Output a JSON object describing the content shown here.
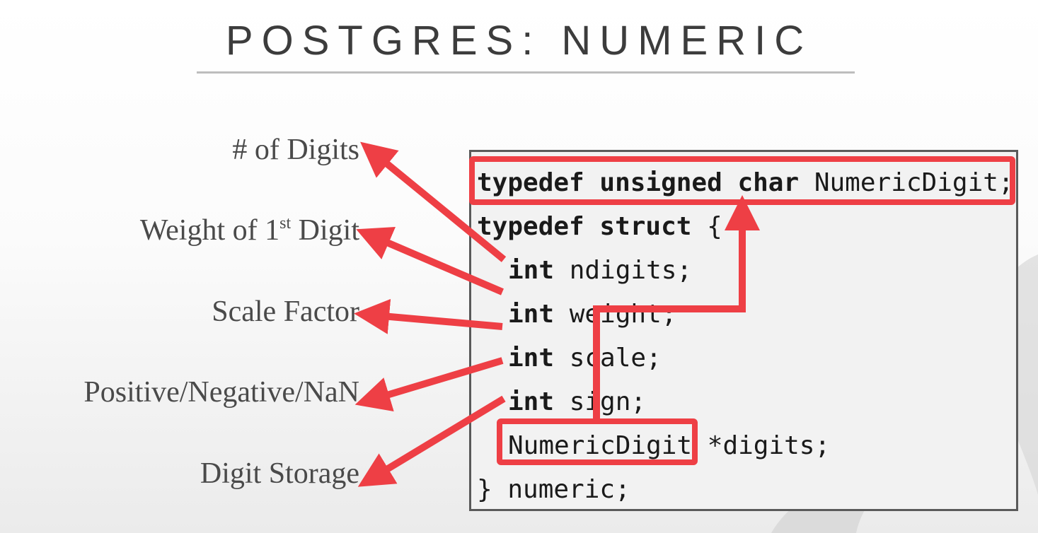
{
  "slide": {
    "title": "POSTGRES: NUMERIC"
  },
  "labels": {
    "num_digits": "# of Digits",
    "weight_prefix": "Weight of 1",
    "weight_sup": "st",
    "weight_suffix": " Digit",
    "scale_factor": "Scale Factor",
    "sign": "Positive/Negative/NaN",
    "digit_storage": "Digit Storage"
  },
  "code": {
    "line1_keywords": "typedef unsigned char",
    "line1_rest": " NumericDigit;",
    "line2_keywords": "typedef struct",
    "line2_rest": " {",
    "line3_keyword": "int",
    "line3_rest": " ndigits;",
    "line4_keyword": "int",
    "line4_rest": " weight;",
    "line5_keyword": "int",
    "line5_rest": " scale;",
    "line6_keyword": "int",
    "line6_rest": " sign;",
    "line7_type": "NumericDigit",
    "line7_rest": " *digits;",
    "line8": "} numeric;"
  },
  "colors": {
    "highlight": "#ee3f45",
    "title": "#3c3c3c",
    "label": "#4a4a4a"
  }
}
